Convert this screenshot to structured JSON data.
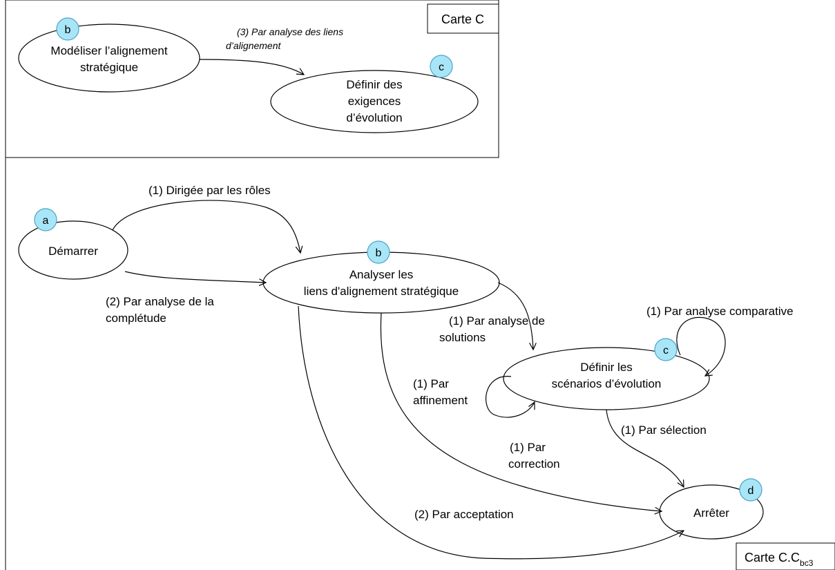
{
  "map_c": {
    "title": "Carte C",
    "nodes": {
      "b": {
        "badge": "b",
        "line1": "Modéliser l’alignement",
        "line2": "stratégique"
      },
      "c": {
        "badge": "c",
        "line1": "Définir des",
        "line2": "exigences",
        "line3": "d’évolution"
      }
    },
    "edges": {
      "b_c": {
        "line1": "(3) Par analyse des liens",
        "line2": "d’alignement"
      }
    }
  },
  "map_cc": {
    "title_main": "Carte C.C",
    "title_sub": "bc3",
    "nodes": {
      "a": {
        "badge": "a",
        "label": "Démarrer"
      },
      "b": {
        "badge": "b",
        "line1": "Analyser les",
        "line2": "liens d'alignement stratégique"
      },
      "c": {
        "badge": "c",
        "line1": "Définir les",
        "line2": "scénarios d’évolution"
      },
      "d": {
        "badge": "d",
        "label": "Arrêter"
      }
    },
    "edges": {
      "a_b_roles": "(1) Dirigée par les rôles",
      "a_b_completude": {
        "line1": "(2) Par analyse de la",
        "line2": "complétude"
      },
      "b_c_solutions": {
        "line1": "(1) Par analyse de",
        "line2": "solutions"
      },
      "c_c_comparative": "(1) Par analyse comparative",
      "c_c_affinement": {
        "line1": "(1) Par",
        "line2": "affinement"
      },
      "c_d_selection": "(1) Par sélection",
      "b_d_correction": {
        "line1": "(1) Par",
        "line2": "correction"
      },
      "b_d_acceptation": "(2) Par acceptation"
    }
  },
  "colors": {
    "badge_fill": "#a8e6f7",
    "badge_stroke": "#4aa3c7",
    "stroke": "#000000"
  }
}
